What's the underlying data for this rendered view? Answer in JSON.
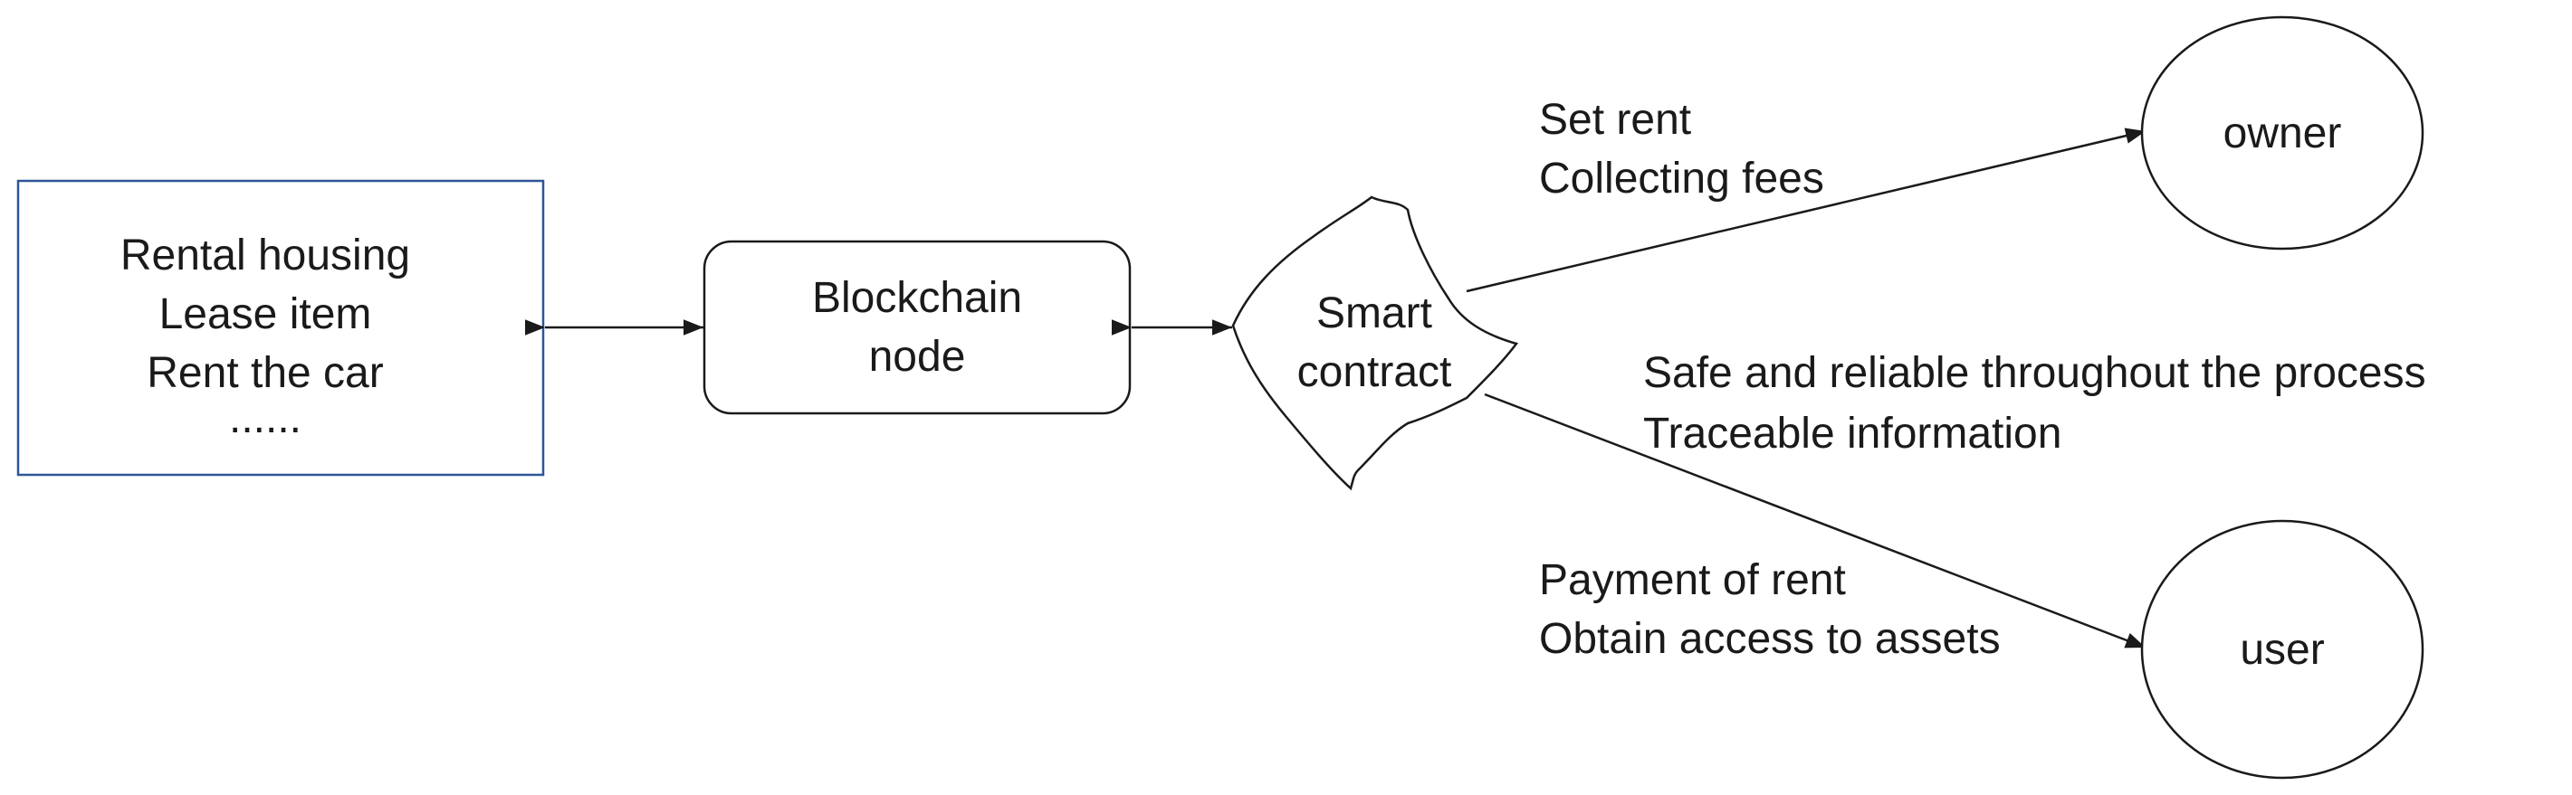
{
  "assets_box": {
    "lines": [
      "Rental housing",
      "Lease item",
      "Rent the car",
      "......"
    ]
  },
  "blockchain_node": {
    "lines": [
      "Blockchain",
      "node"
    ]
  },
  "smart_contract": {
    "lines": [
      "Smart",
      "contract"
    ]
  },
  "owner": {
    "label": "owner"
  },
  "user": {
    "label": "user"
  },
  "owner_edge_label": {
    "lines": [
      "Set rent",
      "Collecting fees"
    ]
  },
  "process_label": {
    "lines": [
      "Safe and reliable throughout the process",
      "Traceable information"
    ]
  },
  "user_edge_label": {
    "lines": [
      "Payment of rent",
      "Obtain access to assets"
    ]
  },
  "colors": {
    "assets_box_border": "#2f5597",
    "stroke": "#1a1a1a",
    "text": "#1a1a1a"
  }
}
